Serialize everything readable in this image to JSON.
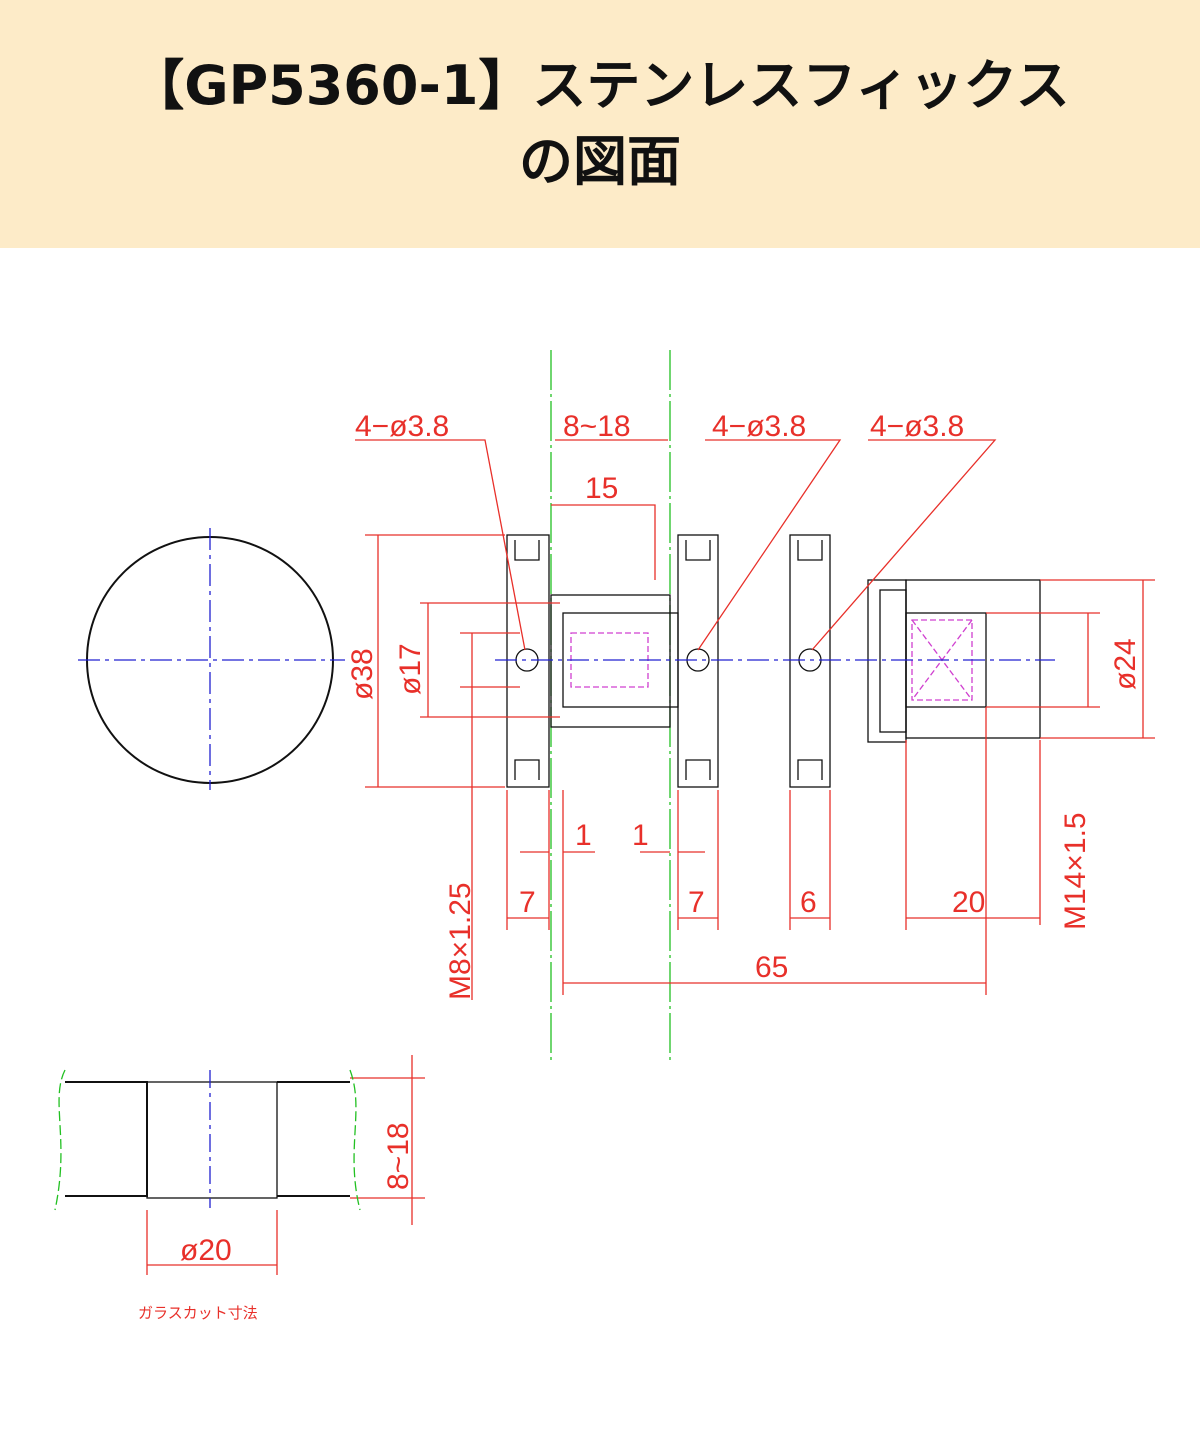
{
  "header": {
    "title_line1": "【GP5360-1】ステンレスフィックス",
    "title_line2": "の図面"
  },
  "drawing": {
    "hole_label_1": "4−ø3.8",
    "hole_label_2": "4−ø3.8",
    "hole_label_3": "4−ø3.8",
    "glass_thickness": "8~18",
    "spacer_length": "15",
    "diameter_38": "ø38",
    "diameter_17": "ø17",
    "diameter_24": "ø24",
    "gap_1a": "1",
    "gap_1b": "1",
    "plate_7a": "7",
    "plate_7b": "7",
    "plate_6": "6",
    "length_20": "20",
    "length_65": "65",
    "thread_m8": "M8×1.25",
    "thread_m14": "M14×1.5",
    "cut_thickness": "8~18",
    "cut_diameter": "ø20",
    "cut_caption": "ガラスカット寸法"
  },
  "colors": {
    "header_bg": "#fdebc8",
    "dimension": "#e8302a",
    "centerline": "#2020d0",
    "glass": "#22c022",
    "thread": "#d040d0"
  }
}
